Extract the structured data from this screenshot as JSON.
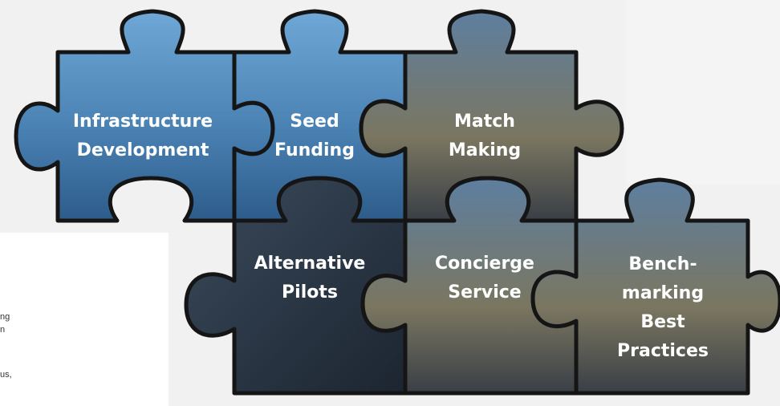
{
  "pieces": [
    {
      "id": "infrastructure",
      "lines": [
        "Infrastructure",
        "Development"
      ],
      "fill": "#3a6f9e"
    },
    {
      "id": "seed",
      "lines": [
        "Seed",
        "Funding"
      ],
      "fill": "#4f86b8"
    },
    {
      "id": "match",
      "lines": [
        "Match",
        "Making"
      ],
      "fill": "#4a7fae"
    },
    {
      "id": "alternative",
      "lines": [
        "Alternative",
        "Pilots"
      ],
      "fill": "#2b3a4c"
    },
    {
      "id": "concierge",
      "lines": [
        "Concierge",
        "Service"
      ],
      "fill": "#3d6d97"
    },
    {
      "id": "benchmarking",
      "lines": [
        "Bench-",
        "marking",
        "Best",
        "Practices"
      ],
      "fill": "#4b5663"
    }
  ],
  "fragments": [
    "ng",
    "n",
    "us,"
  ],
  "colors": {
    "outline": "#151515",
    "text": "#ffffff",
    "background": "#f1f1f1"
  }
}
